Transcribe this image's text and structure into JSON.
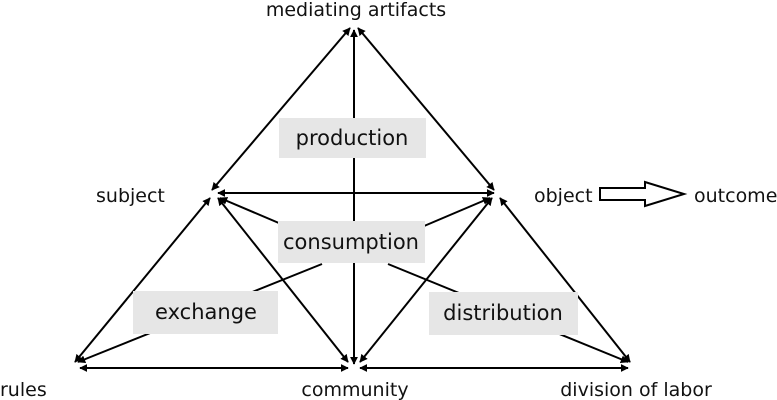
{
  "nodes": {
    "mediating_artifacts": "mediating artifacts",
    "subject": "subject",
    "object": "object",
    "outcome": "outcome",
    "rules": "rules",
    "community": "community",
    "division_of_labor": "division of labor"
  },
  "subtriangles": {
    "production": "production",
    "consumption": "consumption",
    "exchange": "exchange",
    "distribution": "distribution"
  }
}
